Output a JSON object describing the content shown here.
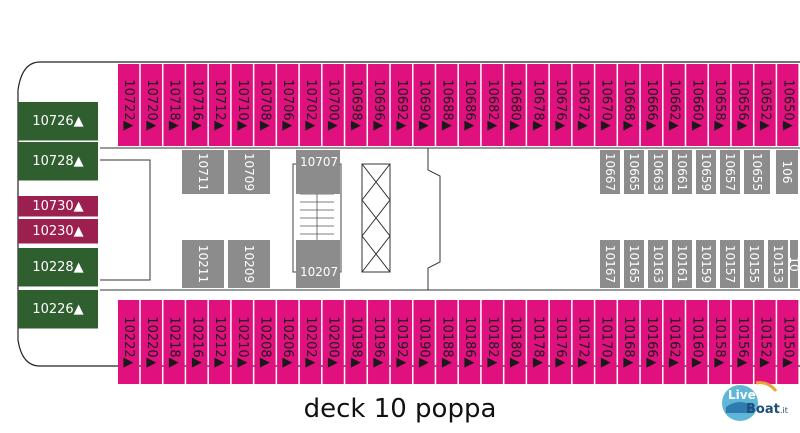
{
  "title": "deck 10 poppa",
  "colors": {
    "magenta": "#e0117e",
    "grey": "#8c8c8c",
    "green": "#2f5e2f",
    "maroon": "#9b1f4f"
  },
  "top_row": [
    "10722",
    "10720",
    "10718",
    "10716",
    "10712",
    "10710",
    "10708",
    "10706",
    "10702",
    "10700",
    "10698",
    "10696",
    "10692",
    "10690",
    "10688",
    "10686",
    "10682",
    "10680",
    "10678",
    "10676",
    "10672",
    "10670",
    "10668",
    "10666",
    "10662",
    "10660",
    "10658",
    "10656",
    "10652",
    "10650"
  ],
  "bottom_row": [
    "10222",
    "10220",
    "10218",
    "10216",
    "10212",
    "10210",
    "10208",
    "10206",
    "10202",
    "10200",
    "10198",
    "10196",
    "10192",
    "10190",
    "10188",
    "10186",
    "10182",
    "10180",
    "10178",
    "10176",
    "10172",
    "10170",
    "10168",
    "10166",
    "10162",
    "10160",
    "10158",
    "10156",
    "10152",
    "10150"
  ],
  "left_column": [
    {
      "id": "10726",
      "color": "green"
    },
    {
      "id": "10728",
      "color": "green"
    },
    {
      "id": "10730",
      "color": "maroon"
    },
    {
      "id": "10230",
      "color": "maroon"
    },
    {
      "id": "10228",
      "color": "green"
    },
    {
      "id": "10226",
      "color": "green"
    }
  ],
  "inner_upper": [
    "10711",
    "10709",
    "10707",
    "10667",
    "10665",
    "10663",
    "10661",
    "10659",
    "10657",
    "10655",
    "106"
  ],
  "inner_lower": [
    "10211",
    "10209",
    "10207",
    "10167",
    "10165",
    "10163",
    "10161",
    "10159",
    "10157",
    "10155",
    "10153",
    "10"
  ],
  "logo": {
    "line1": "Live",
    "line2": "Boat",
    "suffix": ".it"
  }
}
